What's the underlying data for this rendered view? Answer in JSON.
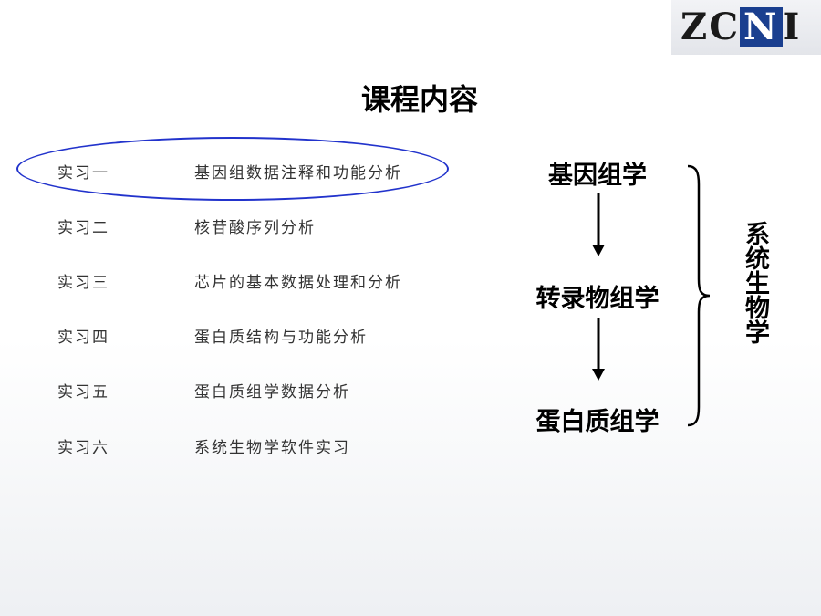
{
  "logo": {
    "text_before": "ZC",
    "text_highlight": "N",
    "text_after": "I"
  },
  "title": "课程内容",
  "items": [
    {
      "name": "实习一",
      "desc": "基因组数据注释和功能分析"
    },
    {
      "name": "实习二",
      "desc": "核苷酸序列分析"
    },
    {
      "name": "实习三",
      "desc": "芯片的基本数据处理和分析"
    },
    {
      "name": "实习四",
      "desc": "蛋白质结构与功能分析"
    },
    {
      "name": "实习五",
      "desc": "蛋白质组学数据分析"
    },
    {
      "name": "实习六",
      "desc": "系统生物学软件实习"
    }
  ],
  "flow": [
    "基因组学",
    "转录物组学",
    "蛋白质组学"
  ],
  "side_label": "系统生物学",
  "colors": {
    "highlight_ellipse": "#2233cc",
    "logo_accent": "#1a3f8f"
  }
}
